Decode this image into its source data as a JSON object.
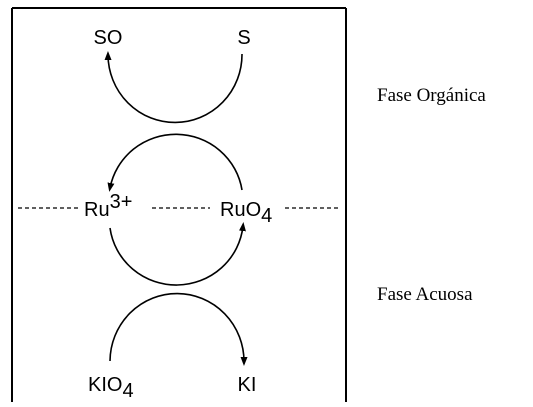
{
  "species": {
    "so": "SO",
    "s": "S",
    "ru_base": "Ru",
    "ru_charge": "3+",
    "ruo4_base": "RuO",
    "ruo4_sub": "4",
    "kio4_base": "KIO",
    "kio4_sub": "4",
    "ki": "KI"
  },
  "phases": {
    "organic": "Fase Orgánica",
    "aqueous": "Fase Acuosa"
  },
  "colors": {
    "line": "#000000",
    "background": "#ffffff"
  }
}
